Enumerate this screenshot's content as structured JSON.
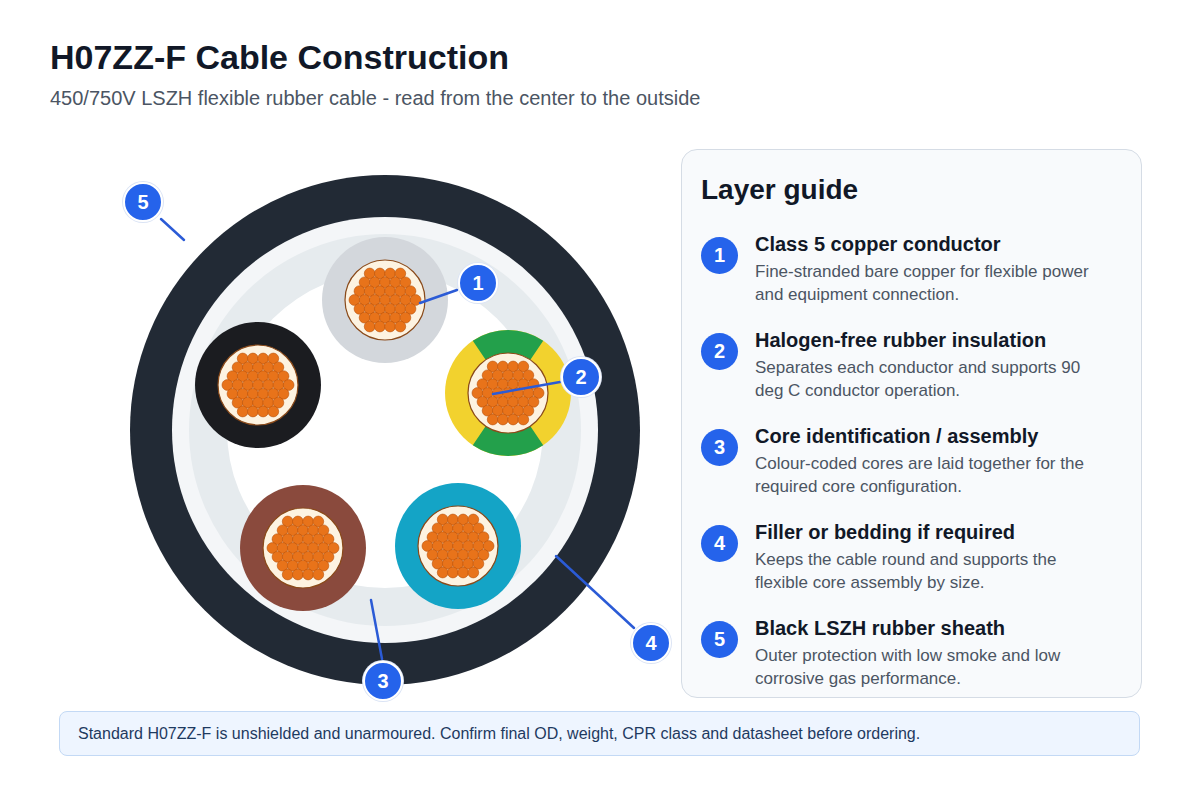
{
  "diagram": {
    "title": "H07ZZ-F Cable Construction",
    "caption": "450/750V LSZH flexible rubber cable - read from the center to the outside",
    "nodes": [
      {
        "text": [
          "5"
        ]
      },
      {
        "text": [
          "1"
        ]
      },
      {
        "text": [
          "2"
        ]
      },
      {
        "text": [
          "4"
        ]
      },
      {
        "text": [
          "3"
        ]
      },
      {
        "text": [
          "Layer guide"
        ]
      },
      {
        "text": [
          "1",
          "Class 5 copper conductor",
          "Fine-stranded bare copper for flexible power and equipment connection."
        ],
        "in": 5
      },
      {
        "text": [
          "2",
          "Halogen-free rubber insulation",
          "Separates each conductor and supports 90 deg C conductor operation."
        ],
        "in": 5
      },
      {
        "text": [
          "3",
          "Core identification / assembly",
          "Colour-coded cores are laid together for the required core configuration."
        ],
        "in": 5
      },
      {
        "text": [
          "4",
          "Filler or bedding if required",
          "Keeps the cable round and supports the flexible core assembly by size."
        ],
        "in": 5
      },
      {
        "text": [
          "5",
          "Black LSZH rubber sheath",
          "Outer protection with low smoke and low corrosive gas performance."
        ],
        "in": 5
      },
      {
        "text": [
          "Standard H07ZZ-F is unshielded and unarmoured. Confirm final OD, weight, CPR class and datasheet before ordering."
        ]
      }
    ]
  }
}
